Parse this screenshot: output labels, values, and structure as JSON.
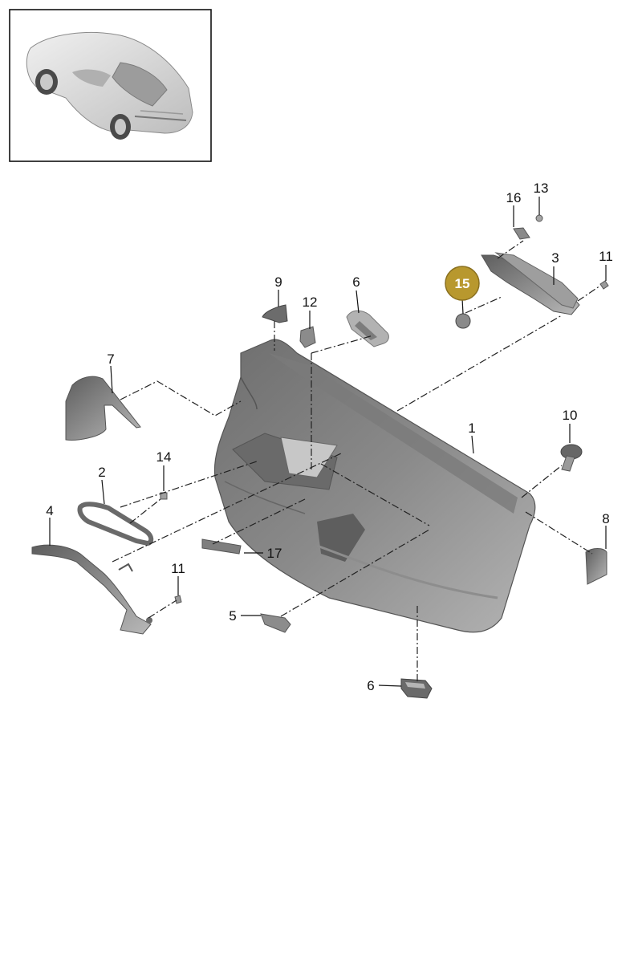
{
  "diagram": {
    "highlight_color": "#b8982e",
    "part_color": "#9a9a9a",
    "thumbnail": {
      "icon": "car-icon"
    },
    "callouts": {
      "c1": "1",
      "c2": "2",
      "c3": "3",
      "c4": "4",
      "c5": "5",
      "c6a": "6",
      "c6b": "6",
      "c7": "7",
      "c8": "8",
      "c9": "9",
      "c10": "10",
      "c11a": "11",
      "c11b": "11",
      "c12": "12",
      "c13": "13",
      "c14": "14",
      "c16": "16",
      "c17": "17"
    },
    "highlighted_callout": "15"
  }
}
